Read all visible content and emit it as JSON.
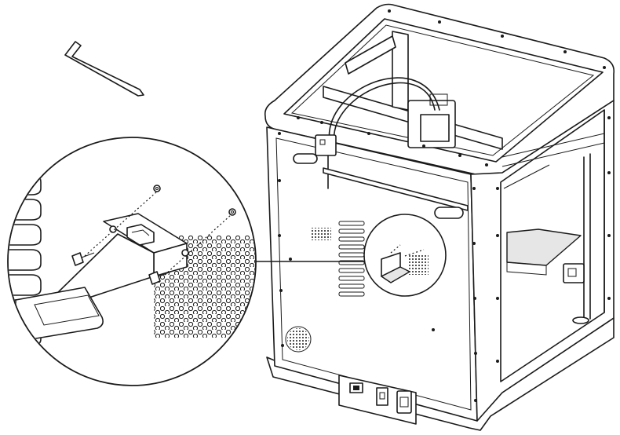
{
  "diagram": {
    "line_color": "#1a1a1a",
    "fill_color": "#ffffff",
    "panel_fill": "#e6e6e6",
    "parts": {
      "hex_key": "hex-key-icon",
      "printer": "3d-printer-enclosure",
      "callout": "zoom-callout",
      "bracket": "filament-guide-bracket",
      "screws": "screw-icon",
      "vent": "vent-grille",
      "fan": "fan-grille",
      "ports": "rear-ports"
    }
  }
}
